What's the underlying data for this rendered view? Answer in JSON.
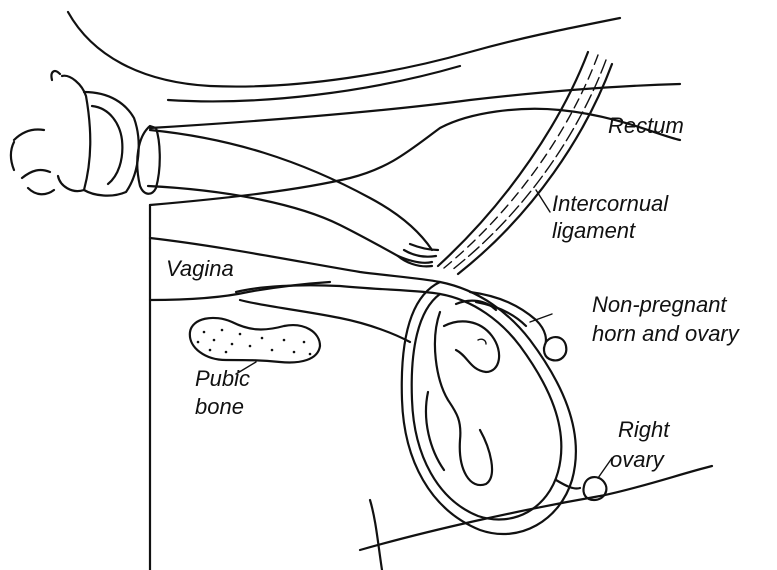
{
  "labels": {
    "rectum": "Rectum",
    "intercornual_ligament": [
      "Intercornual",
      "ligament"
    ],
    "vagina": "Vagina",
    "non_pregnant_horn": [
      "Non-pregnant",
      "horn and ovary"
    ],
    "pubic_bone": [
      "Pubic",
      "bone"
    ],
    "right_ovary": [
      "Right",
      "ovary"
    ]
  },
  "colors": {
    "ink": "#111111",
    "background": "#ffffff"
  }
}
